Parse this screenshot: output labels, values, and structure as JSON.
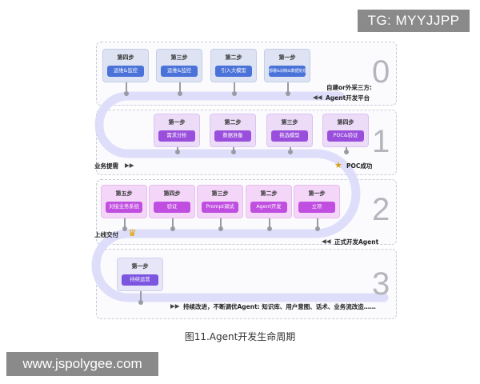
{
  "watermarks": {
    "tg": "TG: MYYJJPP",
    "site": "www.jspolygee.com"
  },
  "colors": {
    "blue": "#4a72d8",
    "purple": "#9a4fdc",
    "magenta": "#c04ee0",
    "path": "#d9d9fb"
  },
  "stages": [
    {
      "number": "0",
      "steps": [
        {
          "title": "第四步",
          "label": "运维&监控"
        },
        {
          "title": "第三步",
          "label": "运维&监控"
        },
        {
          "title": "第二步",
          "label": "引入大模型"
        },
        {
          "title": "第一步",
          "label": "部署&训练&数据处理计划"
        }
      ],
      "note_line1": "自建or外采三方:",
      "note_line2": "Agent开发平台"
    },
    {
      "number": "1",
      "steps": [
        {
          "title": "第一步",
          "label": "需求分析"
        },
        {
          "title": "第二步",
          "label": "数据准备"
        },
        {
          "title": "第三步",
          "label": "挑选模型"
        },
        {
          "title": "第四步",
          "label": "POC&验证"
        }
      ],
      "start_label": "业务提需",
      "end_label": "POC成功"
    },
    {
      "number": "2",
      "steps": [
        {
          "title": "第五步",
          "label": "对接业务系统"
        },
        {
          "title": "第四步",
          "label": "验证"
        },
        {
          "title": "第三步",
          "label": "Prompt调试"
        },
        {
          "title": "第二步",
          "label": "Agent开发"
        },
        {
          "title": "第一步",
          "label": "立项"
        }
      ],
      "start_label": "正式开发Agent",
      "end_label": "上线交付"
    },
    {
      "number": "3",
      "steps": [
        {
          "title": "第一步",
          "label": "持续运营"
        }
      ],
      "note": "持续改进，不断调优Agent: 知识库、用户意图、话术、业务流改造……"
    }
  ],
  "caption": "图11.Agent开发生命周期"
}
